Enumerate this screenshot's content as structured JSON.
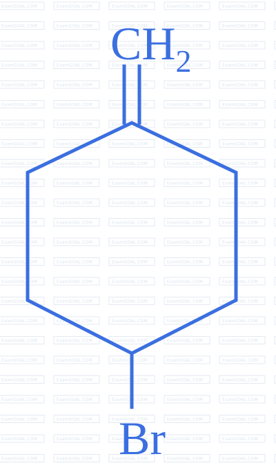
{
  "watermark": {
    "text": "ExamGOAL.COM"
  },
  "molecule": {
    "top_group": {
      "main": "CH",
      "subscript": "2"
    },
    "bottom_group": {
      "label": "Br"
    }
  },
  "colors": {
    "structure": "#3b6fe0",
    "watermark": "#dbe4ef",
    "background": "#ffffff"
  }
}
